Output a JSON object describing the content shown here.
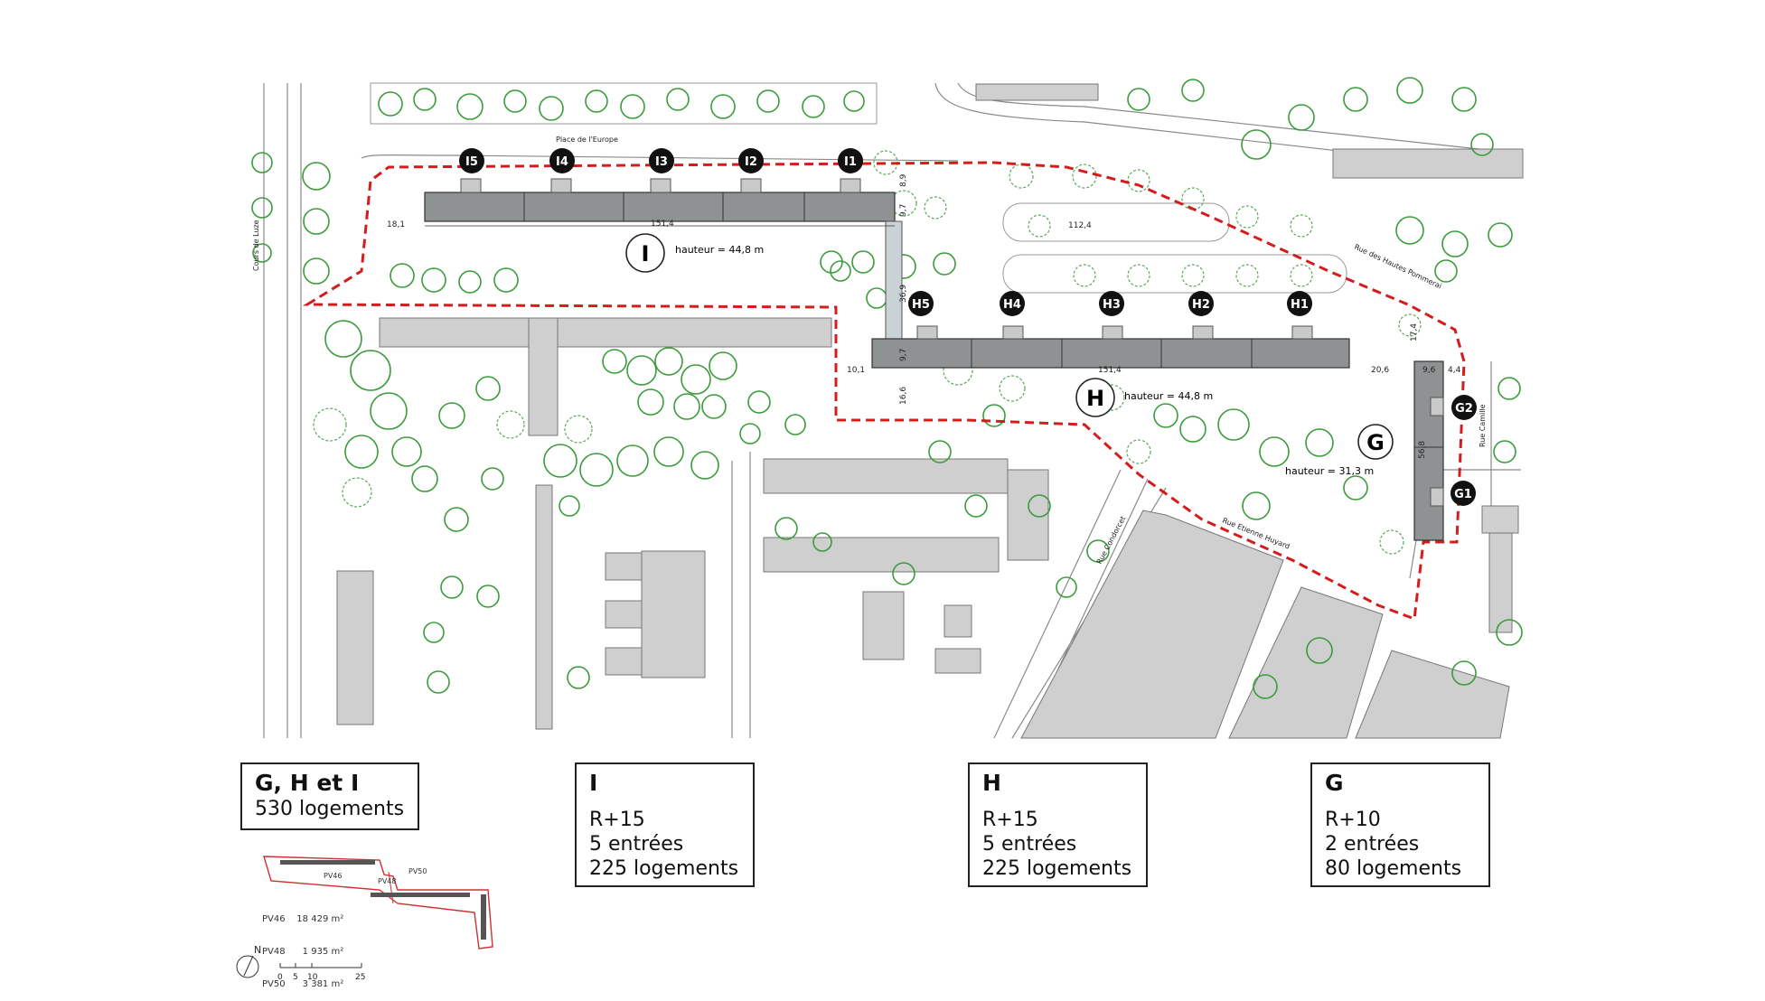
{
  "map": {
    "streets": {
      "place_europe": "Place de l'Europe",
      "cours_luze": "Cours de Luze",
      "rue_hautes_pommeraie": "Rue des Hautes Pommerai",
      "rue_camille": "Rue Camille",
      "rue_condorcet": "Rue Condorcet",
      "rue_etienne_huyard": "Rue Etienne Huyard"
    },
    "entrances": {
      "I": [
        "I5",
        "I4",
        "I3",
        "I2",
        "I1"
      ],
      "H": [
        "H5",
        "H4",
        "H3",
        "H2",
        "H1"
      ],
      "G": [
        "G2",
        "G1"
      ]
    },
    "buildings": {
      "I": {
        "letter": "I",
        "height": "hauteur = 44,8 m"
      },
      "H": {
        "letter": "H",
        "height": "hauteur = 44,8 m"
      },
      "G": {
        "letter": "G",
        "height": "hauteur = 31,3 m"
      }
    },
    "dimensions": {
      "i_length": "151,4",
      "i_left": "18,1",
      "i_right_top": "8,9",
      "i_right_bottom": "9,7",
      "parking": "112,4",
      "connector": "36,9",
      "h_left_top": "9,7",
      "h_left": "10,1",
      "h_length": "151,4",
      "h_below": "16,6",
      "h_right": "20,6",
      "g_top": "17,4",
      "g_width": "9,6",
      "g_side": "4,4",
      "g_length": "56,8"
    },
    "colors": {
      "boundary": "#d41c1c",
      "trees": "#3a9c3a",
      "building": "#8f9293"
    }
  },
  "summary": {
    "title": "G, H et I",
    "total": "530 logements"
  },
  "cards": [
    {
      "letter": "I",
      "floors": "R+15",
      "entrances": "5 entrées",
      "units": "225 logements"
    },
    {
      "letter": "H",
      "floors": "R+15",
      "entrances": "5 entrées",
      "units": "225 logements"
    },
    {
      "letter": "G",
      "floors": "R+10",
      "entrances": "2 entrées",
      "units": "80 logements"
    }
  ],
  "plots": {
    "labels": [
      "PV46",
      "PV48",
      "PV50"
    ],
    "areas": [
      "PV46    18 429 m²",
      "PV48      1 935 m²",
      "PV50      3 381 m²"
    ]
  },
  "scale": {
    "north": "N",
    "ticks": [
      "0",
      "5",
      "10",
      "25"
    ]
  }
}
